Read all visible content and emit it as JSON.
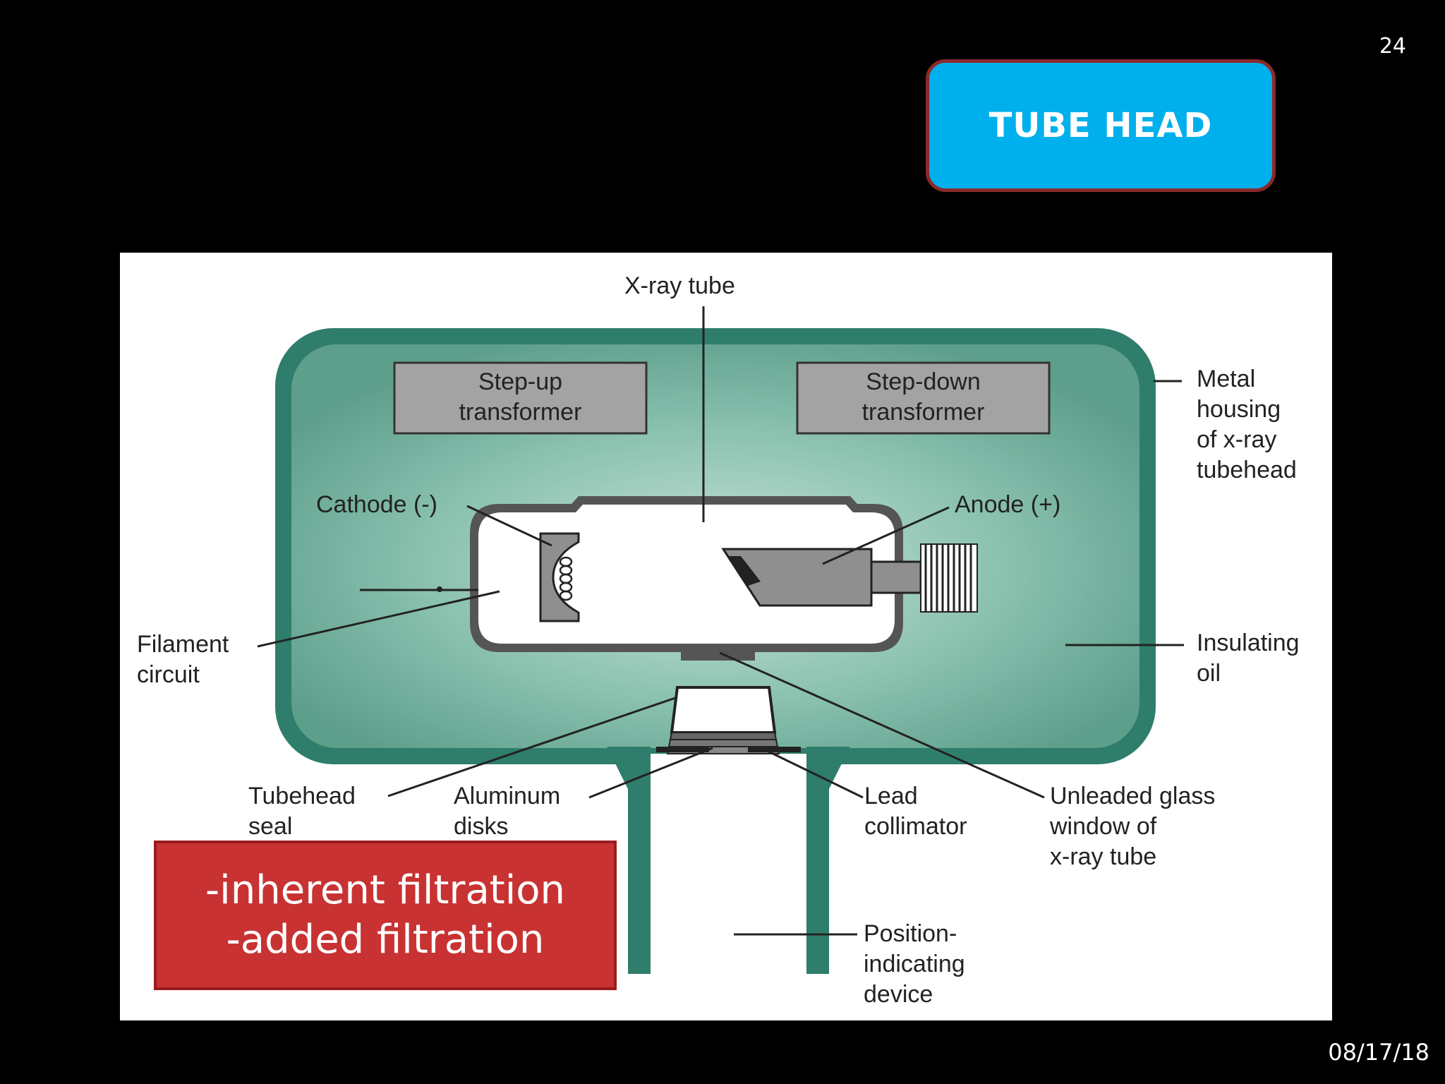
{
  "slide": {
    "number": "24",
    "date": "08/17/18",
    "title": "TUBE HEAD"
  },
  "diagram": {
    "labels": {
      "xray_tube": "X-ray tube",
      "step_up": "Step-up\ntransformer",
      "step_down": "Step-down\ntransformer",
      "metal_housing": "Metal\nhousing\nof x-ray\ntubehead",
      "cathode": "Cathode (-)",
      "anode": "Anode (+)",
      "filament": "Filament\ncircuit",
      "insulating_oil": "Insulating\noil",
      "tubehead_seal": "Tubehead\nseal",
      "aluminum_disks": "Aluminum\ndisks",
      "lead_collimator": "Lead\ncollimator",
      "glass_window": "Unleaded glass\nwindow of\nx-ray tube",
      "pid": "Position-\nindicating\ndevice"
    },
    "colors": {
      "housing_edge": "#2f7d6b",
      "housing_fill": "#6aab98",
      "oil_glow": "#c8e3da",
      "transformer": "#a3a3a3",
      "component": "#8f8f8f"
    }
  },
  "callout": {
    "line1": "-inherent filtration",
    "line2": "-added filtration",
    "color": "#c83232"
  }
}
